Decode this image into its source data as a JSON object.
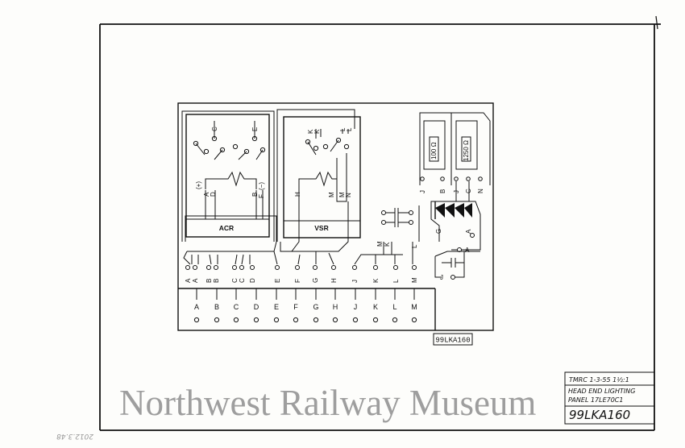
{
  "relays": {
    "acr": {
      "name": "ACR",
      "polarity_pos": "(+)",
      "polarity_neg": "(−)",
      "coil_left": "A",
      "coil_left2": "D",
      "coil_right": "B",
      "coil_right2": "F",
      "contact_c": "C",
      "contact_e": "E"
    },
    "vsr": {
      "name": "VSR",
      "coil_h": "H",
      "coil_m1": "M",
      "coil_m2": "M",
      "coil_n": "N",
      "contact_k1": "K",
      "contact_k2": "K",
      "contact_l1": "L",
      "contact_l2": "L"
    }
  },
  "resistors": {
    "r1": {
      "value": "100 Ω"
    },
    "r2": {
      "value": "1250 Ω"
    },
    "terminals": [
      "J",
      "B",
      "J",
      "C",
      "N"
    ]
  },
  "rectifier_labels": {
    "g": "G",
    "a": "A",
    "m": "M",
    "k": "K",
    "l": "L",
    "a2": "A",
    "j": "J"
  },
  "lead_labels": [
    "A",
    "A",
    "B",
    "B",
    "C",
    "C",
    "D",
    "E",
    "F",
    "G",
    "H",
    "J",
    "K",
    "L",
    "M"
  ],
  "terminal_board": [
    "A",
    "B",
    "C",
    "D",
    "E",
    "F",
    "G",
    "H",
    "J",
    "K",
    "L",
    "M"
  ],
  "drawing_ref": "99LKA160",
  "title_block": {
    "line1": "TMRC   1-3-55   1½:1",
    "line2": "HEAD END LIGHTING",
    "line3": "PANEL 17LE70C1",
    "number": "99LKA160"
  },
  "watermark": "Northwest Railway Museum",
  "margin_note": "2012.3.48"
}
